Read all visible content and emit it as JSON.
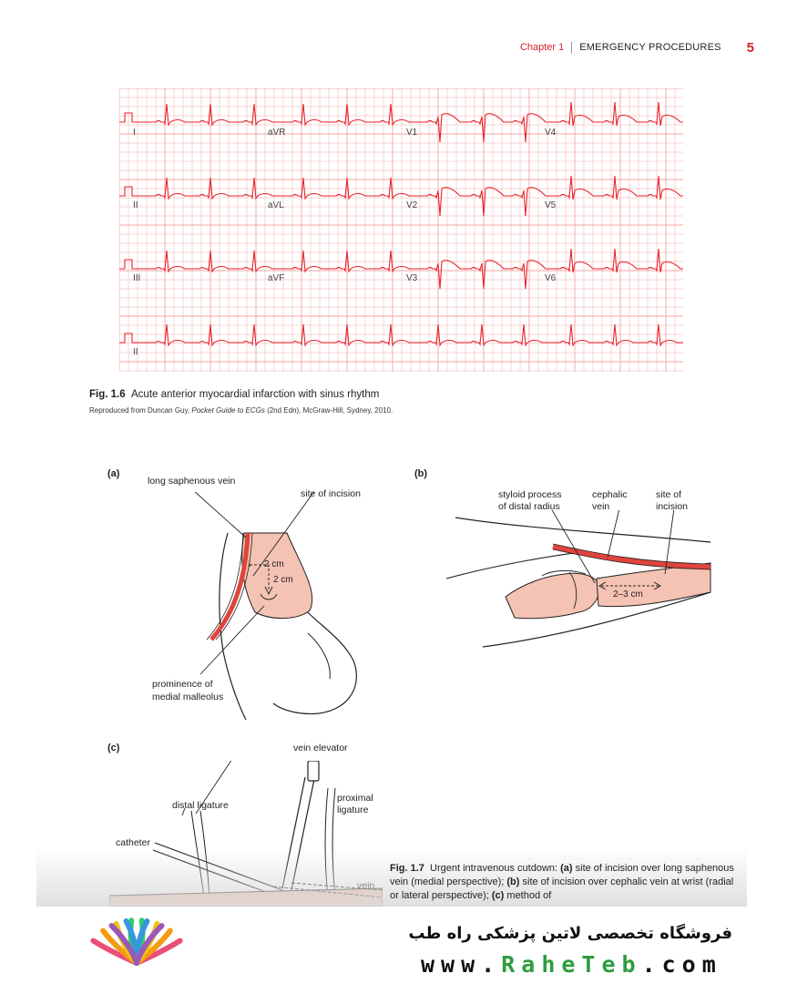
{
  "running_head": {
    "chapter": "Chapter 1",
    "section": "EMERGENCY PROCEDURES",
    "page_number": "5"
  },
  "ecg": {
    "lead_labels": [
      "I",
      "aVR",
      "V1",
      "V4",
      "II",
      "aVL",
      "V2",
      "V5",
      "III",
      "aVF",
      "V3",
      "V6",
      "II"
    ],
    "grid_color": "#f4a3a3",
    "trace_color": "#e8242b"
  },
  "fig16": {
    "label": "Fig. 1.6",
    "title": "Acute anterior myocardial infarction with sinus rhythm",
    "credit_prefix": "Reproduced from Duncan Guy, ",
    "credit_book": "Pocket Guide to ECGs",
    "credit_suffix": " (2nd Edn), McGraw-Hill, Sydney, 2010."
  },
  "fig17": {
    "panel_a": {
      "tag": "(a)",
      "vein_label": "long saphenous vein",
      "incision_label": "site of incision",
      "dist_1": "2 cm",
      "dist_2": "2 cm",
      "malleolus_1": "prominence of",
      "malleolus_2": "medial malleolus"
    },
    "panel_b": {
      "tag": "(b)",
      "styloid_1": "styloid process",
      "styloid_2": "of distal radius",
      "cephalic_1": "cephalic",
      "cephalic_2": "vein",
      "incision_1": "site of",
      "incision_2": "incision",
      "dist": "2–3 cm"
    },
    "panel_c": {
      "tag": "(c)",
      "elevator": "vein elevator",
      "proximal_1": "proximal",
      "proximal_2": "ligature",
      "distal": "distal ligature",
      "catheter": "catheter",
      "vein": "vein"
    },
    "caption": {
      "label": "Fig. 1.7",
      "text_1": "Urgent intravenous cutdown: ",
      "a": "(a)",
      "text_2": " site of incision over long saphenous vein (medial perspective); ",
      "b": "(b)",
      "text_3": " site of incision over cephalic vein at wrist (radial or lateral perspective); ",
      "c": "(c)",
      "text_4": " method of"
    },
    "skin_color": "#f4c3b3",
    "vein_color": "#e0443c"
  },
  "banner": {
    "shop_name": "فروشگاه تخصصی لاتین پزشکی راه طب",
    "url_prefix": "www.",
    "url_brand": "RaheTeb",
    "url_suffix": ".com",
    "logo_colors": [
      "#e94e77",
      "#f39c12",
      "#f1c40f",
      "#2ecc71",
      "#3498db",
      "#9b59b6"
    ]
  }
}
